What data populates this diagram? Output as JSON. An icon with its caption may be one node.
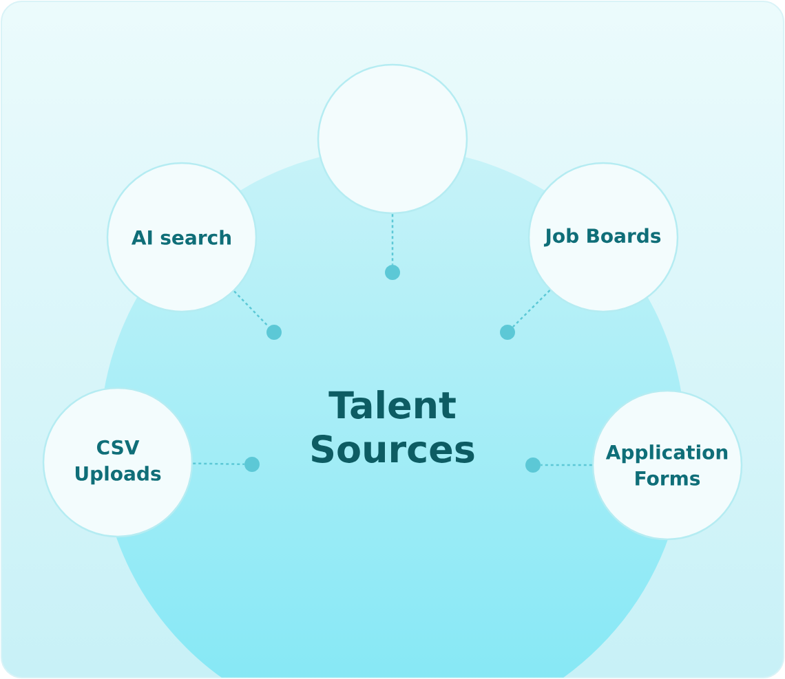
{
  "diagram": {
    "nodes": [
      {
        "text": [
          "Talent Sources"
        ]
      },
      {
        "text": [],
        "shape": "circle"
      },
      {
        "text": [
          "AI search"
        ]
      },
      {
        "text": [
          "Job Boards"
        ]
      },
      {
        "text": [
          "CSV Uploads"
        ]
      },
      {
        "text": [
          "Application Forms"
        ]
      },
      {
        "text": [],
        "shape": "circle"
      },
      {
        "text": [],
        "shape": "circle"
      },
      {
        "text": [],
        "shape": "circle"
      },
      {
        "text": [],
        "shape": "circle"
      },
      {
        "text": [],
        "shape": "circle"
      }
    ],
    "edges": [
      {
        "from": 1,
        "to": 6,
        "arrow": "none"
      },
      {
        "from": 2,
        "to": 7,
        "arrow": "none"
      },
      {
        "from": 3,
        "to": 8,
        "arrow": "none"
      },
      {
        "from": 4,
        "to": 9,
        "arrow": "none"
      },
      {
        "from": 5,
        "to": 10,
        "arrow": "none"
      }
    ]
  }
}
